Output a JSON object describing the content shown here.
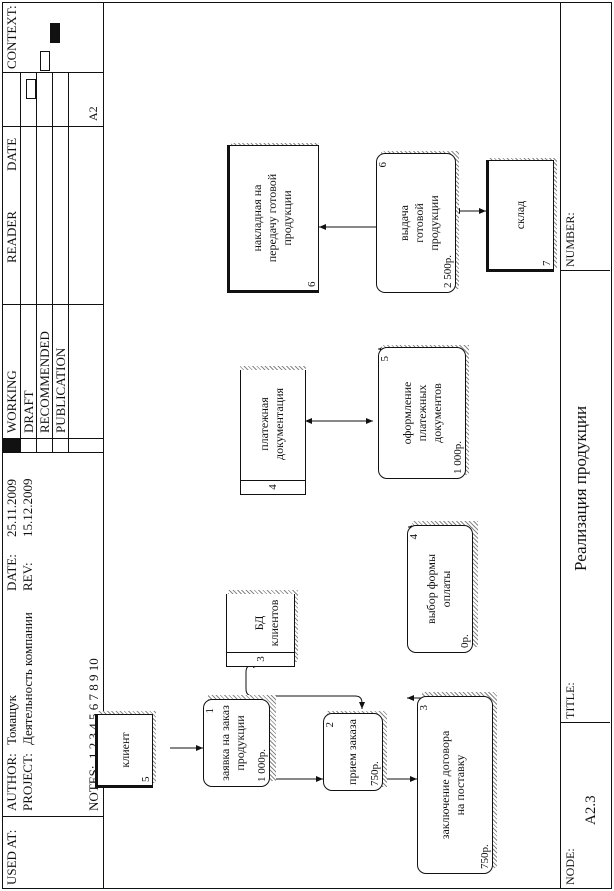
{
  "header": {
    "used_at_label": "USED AT:",
    "author_label": "AUTHOR:",
    "author": "Томащук",
    "project_label": "PROJECT:",
    "project": "Деятельность компании",
    "date_label": "DATE:",
    "date": "25.11.2009",
    "rev_label": "REV:",
    "rev": "15.12.2009",
    "notes_label": "NOTES:",
    "notes": "1  2  3  4  5  6  7  8  9  10",
    "status_working": "WORKING",
    "status_draft": "DRAFT",
    "status_recommended": "RECOMMENDED",
    "status_publication": "PUBLICATION",
    "reader_label": "READER",
    "date_col_label": "DATE",
    "context_label": "CONTEXT:",
    "context_node": "A2"
  },
  "footer": {
    "node_label": "NODE:",
    "node": "A2.3",
    "title_label": "TITLE:",
    "title": "Реализация продукции",
    "number_label": "NUMBER:"
  },
  "activities": [
    {
      "id": 1,
      "cost": "1 000р.",
      "label": "заявка на заказ продукции"
    },
    {
      "id": 2,
      "cost": "750р.",
      "label": "прием заказа"
    },
    {
      "id": 3,
      "cost": "750р.",
      "label": "заключение договора на поставку"
    },
    {
      "id": 4,
      "cost": "0р.",
      "label": "выбор формы оплаты"
    },
    {
      "id": 5,
      "cost": "1 000р.",
      "label": "оформление платежных документов"
    },
    {
      "id": 6,
      "cost": "2 500р.",
      "label": "выдача готовой продукции"
    }
  ],
  "externals": [
    {
      "id": 5,
      "label": "клиент"
    },
    {
      "id": 6,
      "label": "накладная на передачу готовой продукции"
    },
    {
      "id": 7,
      "label": "склад"
    }
  ],
  "stores": [
    {
      "id": 3,
      "label": "БД клиентов"
    },
    {
      "id": 4,
      "label": "платежная документация"
    }
  ]
}
